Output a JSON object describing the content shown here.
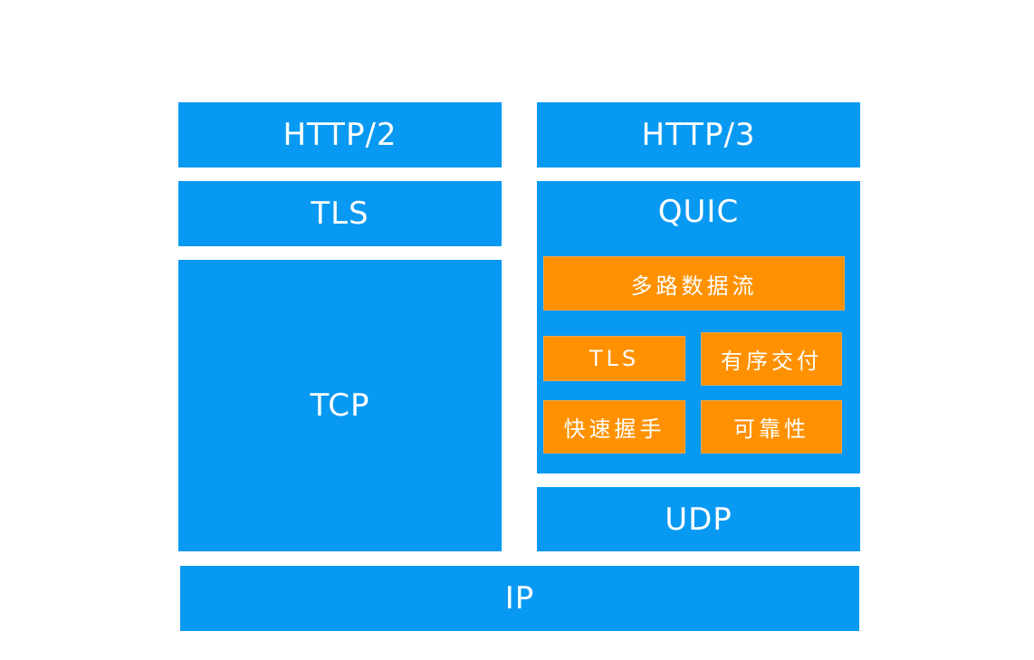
{
  "diagram": {
    "http2": "HTTP/2",
    "tls_left": "TLS",
    "tcp": "TCP",
    "http3": "HTTP/3",
    "quic": {
      "title": "QUIC",
      "multiplex": "多路数据流",
      "tls": "TLS",
      "ordered": "有序交付",
      "handshake": "快速握手",
      "reliable": "可靠性"
    },
    "udp": "UDP",
    "ip": "IP"
  },
  "colors": {
    "layer": "#0899f2",
    "feature": "#ff9100",
    "text": "#ffffff"
  }
}
